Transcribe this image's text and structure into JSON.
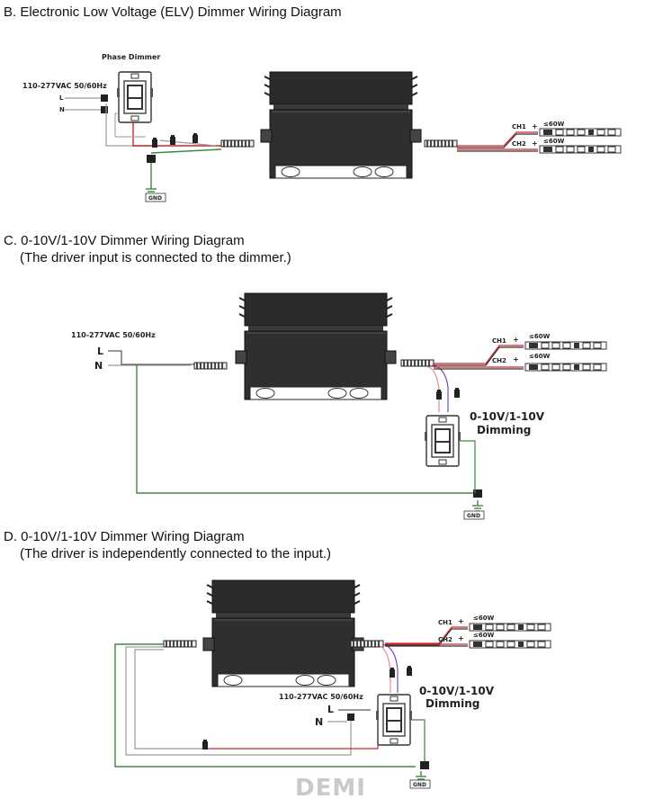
{
  "sections": {
    "b": {
      "heading": "B. Electronic Low Voltage (ELV) Dimmer Wiring Diagram",
      "dimmer_title": "Phase Dimmer",
      "input": "110-277VAC 50/60Hz",
      "l": "L",
      "n": "N",
      "gnd": "GND",
      "ch1": "CH1",
      "ch2": "CH2",
      "watt1": "≤60W",
      "watt2": "≤60W"
    },
    "c": {
      "heading": "C. 0-10V/1-10V Dimmer Wiring Diagram",
      "subheading": "(The driver input is connected to the dimmer.)",
      "input": "110-277VAC 50/60Hz",
      "l": "L",
      "n": "N",
      "gnd": "GND",
      "ch1": "CH1",
      "ch2": "CH2",
      "watt1": "≤60W",
      "watt2": "≤60W",
      "dimming_line1": "0-10V/1-10V",
      "dimming_line2": "Dimming"
    },
    "d": {
      "heading": "D. 0-10V/1-10V Dimmer Wiring Diagram",
      "subheading": "(The driver is independently connected to the input.)",
      "input": "110-277VAC 50/60Hz",
      "l": "L",
      "n": "N",
      "gnd": "GND",
      "ch1": "CH1",
      "ch2": "CH2",
      "watt1": "≤60W",
      "watt2": "≤60W",
      "dimming_line1": "0-10V/1-10V",
      "dimming_line2": "Dimming"
    }
  },
  "watermark": "DEMI",
  "colors": {
    "driver_fill": "#2b2b2b",
    "wire_red": "#d4242a",
    "wire_green": "#3e8a3e",
    "wire_gray": "#9a9a9a",
    "wire_purple": "#7a4fb0",
    "wire_pink": "#e68aa0"
  }
}
